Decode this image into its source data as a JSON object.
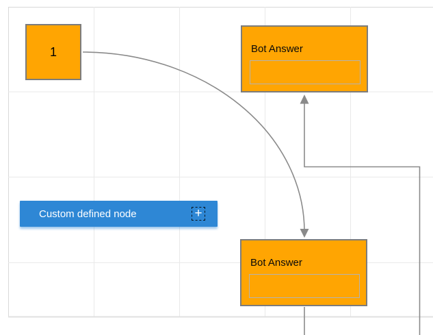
{
  "diagram": {
    "nodes": {
      "start": {
        "label": "1"
      },
      "bot_answer_top": {
        "title": "Bot Answer",
        "input_value": ""
      },
      "bot_answer_bottom": {
        "title": "Bot Answer",
        "input_value": ""
      },
      "custom": {
        "label": "Custom defined node",
        "add_glyph": "+"
      }
    },
    "colors": {
      "node_fill": "#ffa502",
      "node_border": "#7c7c7c",
      "input_border": "#b3b3b3",
      "custom_fill": "#2e87d5",
      "custom_text": "#ffffff",
      "connector": "#8a8a8a",
      "grid_line": "#e9e9e9",
      "grid_border": "#d8d8d8",
      "grid_bottom": "#e0e0e0"
    }
  }
}
